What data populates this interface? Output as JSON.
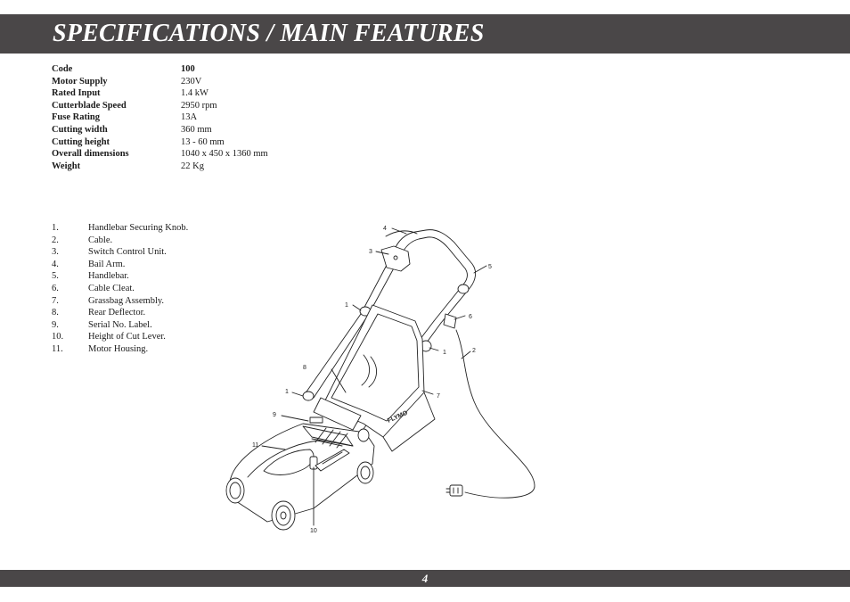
{
  "header": {
    "title": "SPECIFICATIONS / MAIN FEATURES"
  },
  "specs": [
    {
      "label": "Code",
      "value": "100"
    },
    {
      "label": "Motor Supply",
      "value": "230V"
    },
    {
      "label": "Rated Input",
      "value": "1.4 kW"
    },
    {
      "label": "Cutterblade Speed",
      "value": "2950 rpm"
    },
    {
      "label": "Fuse Rating",
      "value": "13A"
    },
    {
      "label": "Cutting width",
      "value": "360 mm"
    },
    {
      "label": "Cutting height",
      "value": "13 - 60 mm"
    },
    {
      "label": "Overall dimensions",
      "value": "1040 x 450 x 1360 mm"
    },
    {
      "label": "Weight",
      "value": "22 Kg"
    }
  ],
  "features": [
    {
      "num": "1.",
      "text": "Handlebar Securing Knob."
    },
    {
      "num": "2.",
      "text": "Cable."
    },
    {
      "num": "3.",
      "text": "Switch Control Unit."
    },
    {
      "num": "4.",
      "text": "Bail Arm."
    },
    {
      "num": "5.",
      "text": "Handlebar."
    },
    {
      "num": "6.",
      "text": "Cable Cleat."
    },
    {
      "num": "7.",
      "text": "Grassbag Assembly."
    },
    {
      "num": "8.",
      "text": "Rear Deflector."
    },
    {
      "num": "9.",
      "text": "Serial No. Label."
    },
    {
      "num": "10.",
      "text": "Height of Cut Lever."
    },
    {
      "num": "11.",
      "text": "Motor Housing."
    }
  ],
  "diagram": {
    "callouts": [
      "4",
      "3",
      "5",
      "1",
      "6",
      "1",
      "2",
      "8",
      "7",
      "1",
      "9",
      "11",
      "10"
    ],
    "brand_mark": "FLYMO"
  },
  "footer": {
    "page_number": "4"
  }
}
